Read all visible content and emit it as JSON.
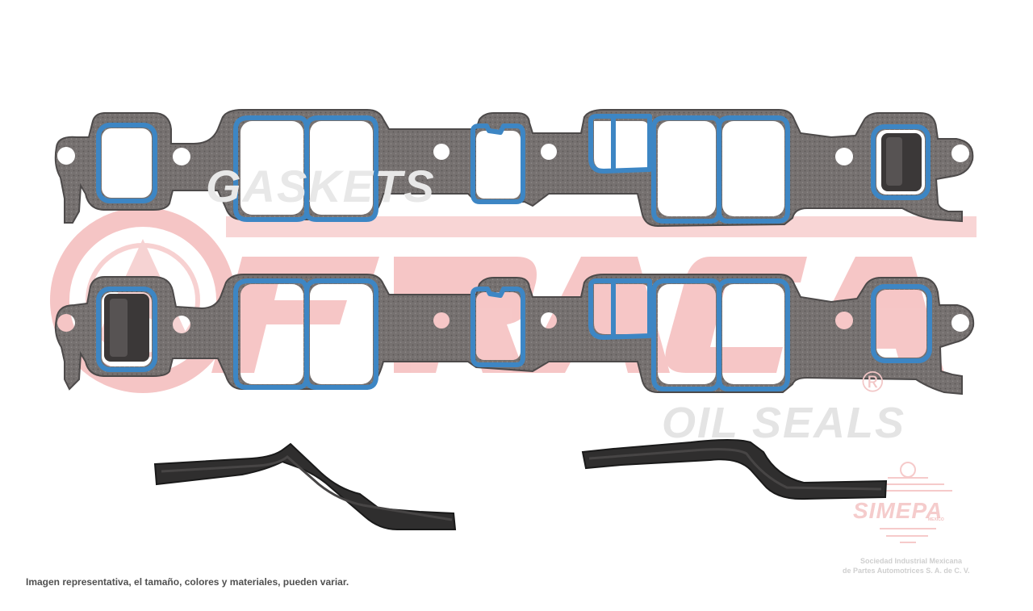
{
  "watermark": {
    "brand_word": "FRACA",
    "top_word": "GASKETS",
    "bottom_word": "OIL SEALS",
    "registered": "®",
    "colors": {
      "red": "#f07f7f",
      "grey": "#e6e6e6"
    }
  },
  "simepa": {
    "name": "SIMEPA",
    "small": "MEXICO",
    "company_line1": "Sociedad Industrial Mexicana",
    "company_line2": "de Partes Automotrices S. A. de C. V."
  },
  "disclaimer": "Imagen representativa, el tamaño, colores y materiales, pueden variar.",
  "product": {
    "gasket_colors": {
      "body": "#6f6a68",
      "bead": "#3d86c4",
      "seal": "#2c2c2c"
    }
  }
}
